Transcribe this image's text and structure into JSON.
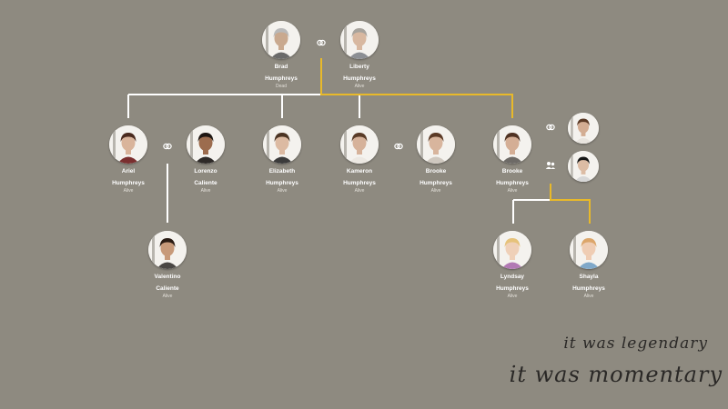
{
  "people": {
    "brad": {
      "first": "Brad",
      "last": "Humphreys",
      "status": "Dead",
      "hair": "#b9b9b9",
      "skin": "#c9a98f",
      "shirt": "#6a6a6a"
    },
    "liberty": {
      "first": "Liberty",
      "last": "Humphreys",
      "status": "Alive",
      "hair": "#a7a39c",
      "skin": "#d8b8a0",
      "shirt": "#8c8f94"
    },
    "ariel": {
      "first": "Ariel",
      "last": "Humphreys",
      "status": "Alive",
      "hair": "#4a2a1e",
      "skin": "#d9b49b",
      "shirt": "#7a2f2f"
    },
    "lorenzo": {
      "first": "Lorenzo",
      "last": "Caliente",
      "status": "Alive",
      "hair": "#1e1612",
      "skin": "#9c6c4e",
      "shirt": "#2e2a28"
    },
    "elizabeth": {
      "first": "Elizabeth",
      "last": "Humphreys",
      "status": "Alive",
      "hair": "#4b3423",
      "skin": "#dcbaa2",
      "shirt": "#3b3b3b"
    },
    "kameron": {
      "first": "Kameron",
      "last": "Humphreys",
      "status": "Alive",
      "hair": "#5a3c28",
      "skin": "#d6b29a",
      "shirt": "#ece8e2"
    },
    "brooke1": {
      "first": "Brooke",
      "last": "Humphreys",
      "status": "Alive",
      "hair": "#5b3a26",
      "skin": "#d8b59d",
      "shirt": "#cfc8bf"
    },
    "brooke2": {
      "first": "Brooke",
      "last": "Humphreys",
      "status": "Alive",
      "hair": "#4f3222",
      "skin": "#d4ae95",
      "shirt": "#6d6a66"
    },
    "valentino": {
      "first": "Valentino",
      "last": "Caliente",
      "status": "Alive",
      "hair": "#2a1c14",
      "skin": "#c79a7a",
      "shirt": "#4a4744"
    },
    "lyndsay": {
      "first": "Lyndsay",
      "last": "Humphreys",
      "status": "Alive",
      "hair": "#e6c27a",
      "skin": "#efd0b8",
      "shirt": "#b27ab4"
    },
    "shayla": {
      "first": "Shayla",
      "last": "Humphreys",
      "status": "Alive",
      "hair": "#dca66a",
      "skin": "#efcdb4",
      "shirt": "#7fa8c9"
    }
  },
  "partners": [
    {
      "hair": "#5a3a26",
      "skin": "#d3ad93",
      "shirt": "#e8e4de"
    },
    {
      "hair": "#151515",
      "skin": "#dcbca4",
      "shirt": "#d7d7d7"
    }
  ],
  "colors": {
    "line": "#ffffff",
    "highlight": "#e8b92a",
    "background": "#8e8a80",
    "icon": "#ffffff"
  },
  "icons": {
    "link": "link-icon",
    "group": "people-group-icon"
  },
  "caption": {
    "line1": "it was legendary",
    "line2": "it was momentary"
  }
}
